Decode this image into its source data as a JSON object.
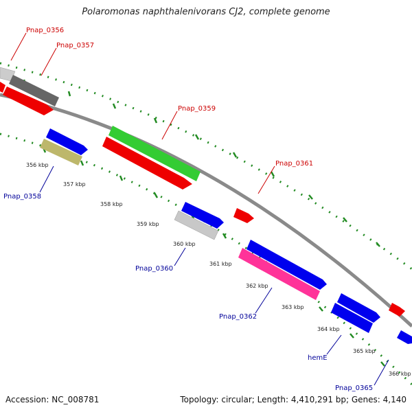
{
  "title": "Polaromonas naphthalenivorans CJ2, complete genome",
  "footer": {
    "accession": "Accession: NC_008781",
    "summary": "Topology: circular; Length: 4,410,291 bp; Genes: 4,140"
  },
  "colors": {
    "forward_label": "#cc0000",
    "reverse_label": "#000099",
    "backbone": "#8a8a8a",
    "tick_dots": "#228b22"
  },
  "scale_labels": [
    "356 kbp",
    "357 kbp",
    "358 kbp",
    "359 kbp",
    "360 kbp",
    "361 kbp",
    "362 kbp",
    "363 kbp",
    "364 kbp",
    "365 kbp",
    "366 kbp"
  ],
  "genes": [
    {
      "name": "Pnap_0356",
      "strand": "forward",
      "color": "#cccccc"
    },
    {
      "name": "Pnap_0357",
      "strand": "forward",
      "color": "#666666"
    },
    {
      "name": "Pnap_0358",
      "strand": "reverse",
      "color": "#bdb76b"
    },
    {
      "name": "Pnap_0359",
      "strand": "forward",
      "color": "#33cc33"
    },
    {
      "name": "Pnap_0360",
      "strand": "reverse",
      "color": "#c8c8c8"
    },
    {
      "name": "Pnap_0361",
      "strand": "forward",
      "color": "#ee0000"
    },
    {
      "name": "Pnap_0362",
      "strand": "reverse",
      "color": "#ff3399"
    },
    {
      "name": "hemE",
      "strand": "reverse",
      "color": "#0000ee"
    },
    {
      "name": "Pnap_0365",
      "strand": "reverse",
      "color": "#0000ee"
    }
  ]
}
